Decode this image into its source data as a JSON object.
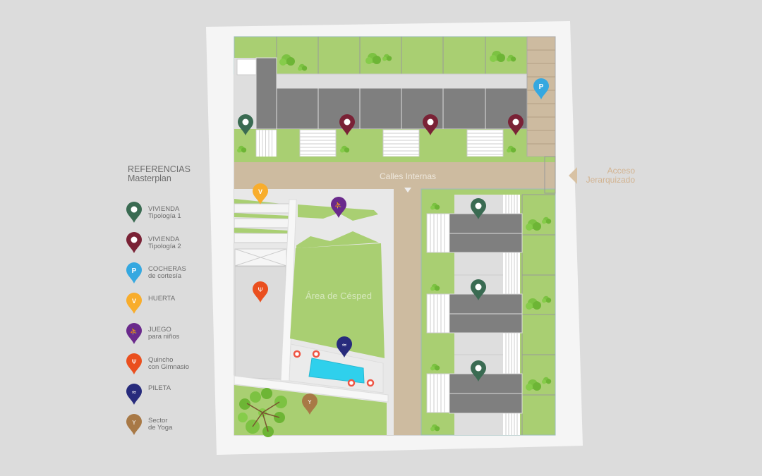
{
  "legend": {
    "title": "REFERENCIAS",
    "subtitle": "Masterplan",
    "items": [
      {
        "line1": "VIVIENDA",
        "line2": "Tipología 1",
        "color": "#3a6b52",
        "icon": "house-pin-icon"
      },
      {
        "line1": "VIVIENDA",
        "line2": "Tipología 2",
        "color": "#7a2236",
        "icon": "house-pin-icon"
      },
      {
        "line1": "COCHERAS",
        "line2": "de cortesía",
        "color": "#35a8e0",
        "icon": "parking-icon",
        "glyph": "P"
      },
      {
        "line1": "HUERTA",
        "line2": "",
        "color": "#f8ad2c",
        "icon": "garden-icon",
        "glyph": "V"
      },
      {
        "line1": "JUEGO",
        "line2": "para niños",
        "color": "#6a2a8c",
        "icon": "playground-icon",
        "glyph": "⛹"
      },
      {
        "line1": "Quincho",
        "line2": "con Gimnasio",
        "color": "#ea4f1e",
        "icon": "gym-icon",
        "glyph": "Ψ"
      },
      {
        "line1": "PILETA",
        "line2": "",
        "color": "#272b7c",
        "icon": "pool-icon",
        "glyph": "≈"
      },
      {
        "line1": "Sector",
        "line2": "de Yoga",
        "color": "#a87946",
        "icon": "yoga-icon",
        "glyph": "Y"
      }
    ]
  },
  "map": {
    "road_label": "Calles Internas",
    "lawn_label": "Área de Césped",
    "access_line1": "Acceso",
    "access_line2": "Jerarquizado"
  }
}
